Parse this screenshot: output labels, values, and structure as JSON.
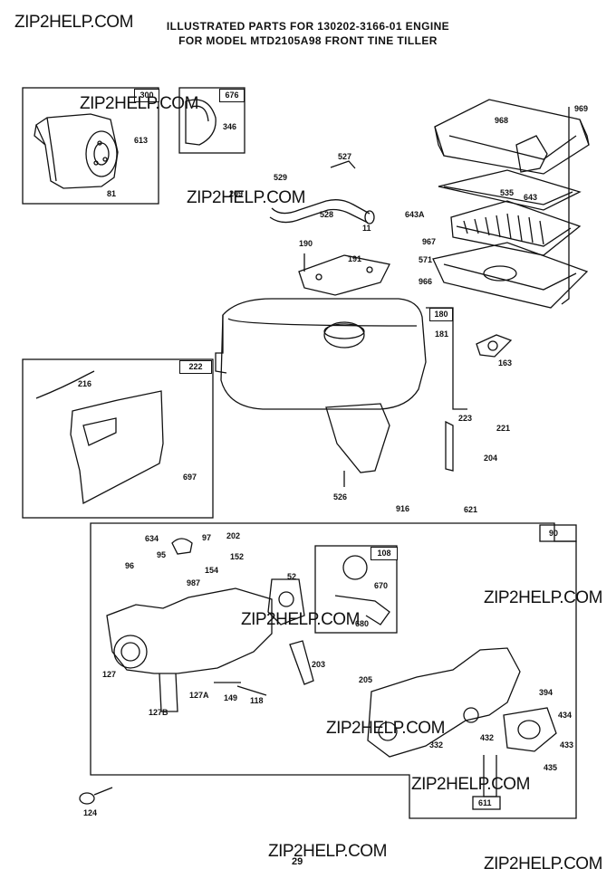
{
  "title_line1": "ILLUSTRATED PARTS FOR 130202-3166-01 ENGINE",
  "title_line2": "FOR MODEL MTD2105A98 FRONT TINE TILLER",
  "watermark": "ZIP2HELP.COM",
  "page_number": "29",
  "box_labels": {
    "b300": "300",
    "b676": "676",
    "b180": "180",
    "b222": "222",
    "b108": "108",
    "b90": "90",
    "b611": "611"
  },
  "parts": {
    "p613": "613",
    "p81": "81",
    "p346": "346",
    "p968": "968",
    "p969": "969",
    "p527": "527",
    "p529": "529",
    "p209": "209",
    "p528": "528",
    "p11": "11",
    "p535": "535",
    "p643": "643",
    "p643a": "643A",
    "p190": "190",
    "p191": "191",
    "p967": "967",
    "p571": "571",
    "p966": "966",
    "p181": "181",
    "p163": "163",
    "p216": "216",
    "p223": "223",
    "p221": "221",
    "p204": "204",
    "p697": "697",
    "p526": "526",
    "p916": "916",
    "p621": "621",
    "p634": "634",
    "p97": "97",
    "p202": "202",
    "p95": "95",
    "p152": "152",
    "p96": "96",
    "p154": "154",
    "p987": "987",
    "p52": "52",
    "p670": "670",
    "p680": "680",
    "p127": "127",
    "p127a": "127A",
    "p127b": "127B",
    "p149": "149",
    "p118": "118",
    "p203": "203",
    "p205": "205",
    "p394": "394",
    "p434": "434",
    "p432": "432",
    "p332": "332",
    "p433": "433",
    "p435": "435",
    "p124": "124"
  }
}
